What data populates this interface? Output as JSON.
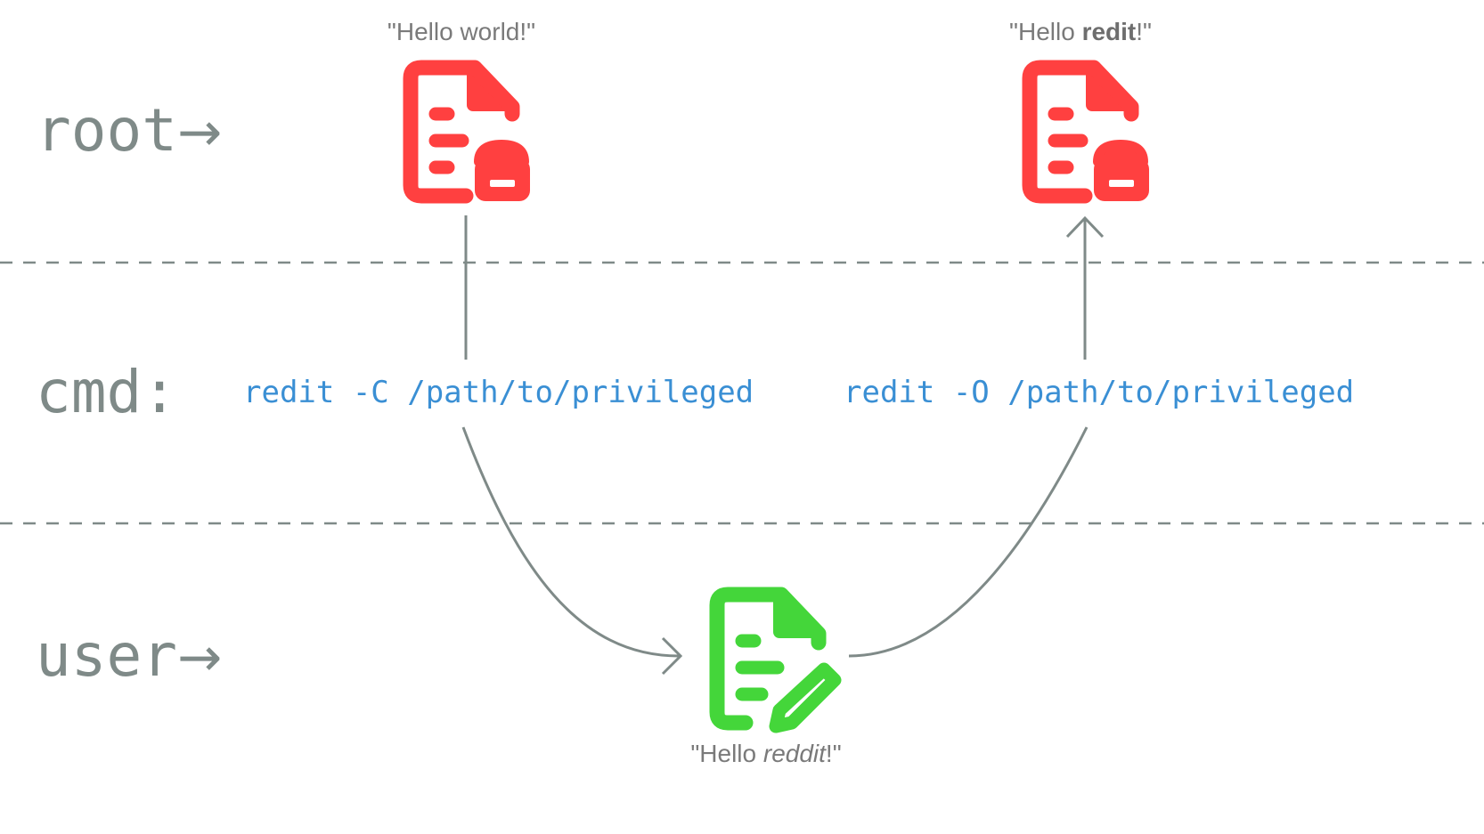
{
  "labels": {
    "root": "root",
    "cmd": "cmd:",
    "user": "user",
    "arrow": "→"
  },
  "commands": {
    "copy": "redit -C /path/to/privileged",
    "overwrite": "redit -O /path/to/privileged"
  },
  "captions": {
    "original": "\"Hello world!\"",
    "user_prefix": "\"Hello ",
    "user_emph": "reddit",
    "user_suffix": "!\"",
    "result_prefix": "\"Hello ",
    "result_emph": "redit",
    "result_suffix": "!\""
  },
  "icons": {
    "original_file": "locked-document-icon",
    "result_file": "locked-document-icon",
    "user_file": "edit-document-icon"
  },
  "colors": {
    "locked": "#ff4040",
    "editable": "#44d63a",
    "command": "#3a8fd4",
    "label": "#7f8a88",
    "line": "#7f8a88",
    "caption": "#7a7a7a"
  }
}
